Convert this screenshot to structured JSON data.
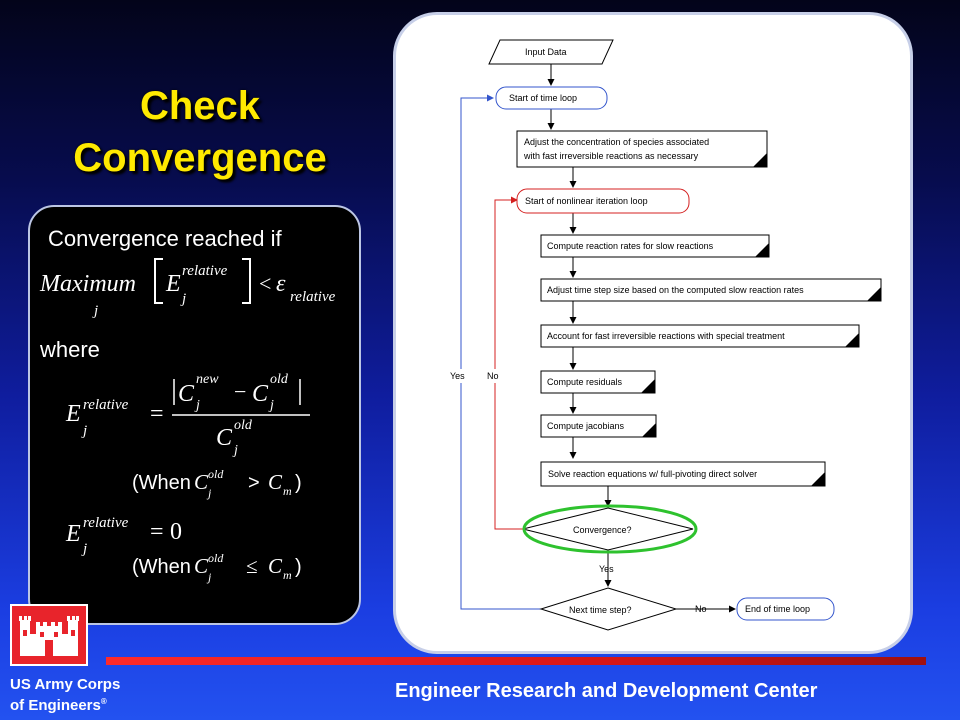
{
  "slide": {
    "title_line1": "Check",
    "title_line2": "Convergence"
  },
  "panel": {
    "heading": "Convergence reached if",
    "where": "where",
    "when1_open": "(When",
    "when1_close": ")",
    "when2_open": "(When",
    "when2_close": ")"
  },
  "math": {
    "maximum": "Maximum",
    "E": "E",
    "sub_j": "j",
    "relative": "relative",
    "lt": "<",
    "epsilon": "ε",
    "C": "C",
    "new": "new",
    "old": "old",
    "minus": "−",
    "equals": "=",
    "zero": "0",
    "gt": ">",
    "leq": "≤",
    "m": "m"
  },
  "flowchart": {
    "input": "Input Data",
    "time_loop": "Start of time loop",
    "adjust_conc_1": "Adjust the concentration of species associated",
    "adjust_conc_2": "with fast irreversible reactions as necessary",
    "iter_loop": "Start of nonlinear iteration loop",
    "compute_rates": "Compute reaction rates for slow reactions",
    "adjust_step": "Adjust time step size based on the computed slow reaction rates",
    "account_fast": "Account for fast irreversible reactions with special treatment",
    "residuals": "Compute residuals",
    "jacobians": "Compute jacobians",
    "solve": "Solve reaction equations w/ full-pivoting direct solver",
    "convergence": "Convergence?",
    "next_step": "Next time step?",
    "end_loop": "End of time loop",
    "yes_left": "Yes",
    "no_left": "No",
    "yes_below": "Yes",
    "no_right": "No"
  },
  "footer": {
    "org_line1": "US Army Corps",
    "org_line2": "of Engineers",
    "org_mark": "®",
    "center": "Engineer Research and Development Center"
  },
  "colors": {
    "title": "#ffea00",
    "highlight_ellipse": "#2ec22e",
    "loop_red": "#d42020",
    "loop_blue": "#3355cc",
    "logo_red": "#e8242b"
  }
}
